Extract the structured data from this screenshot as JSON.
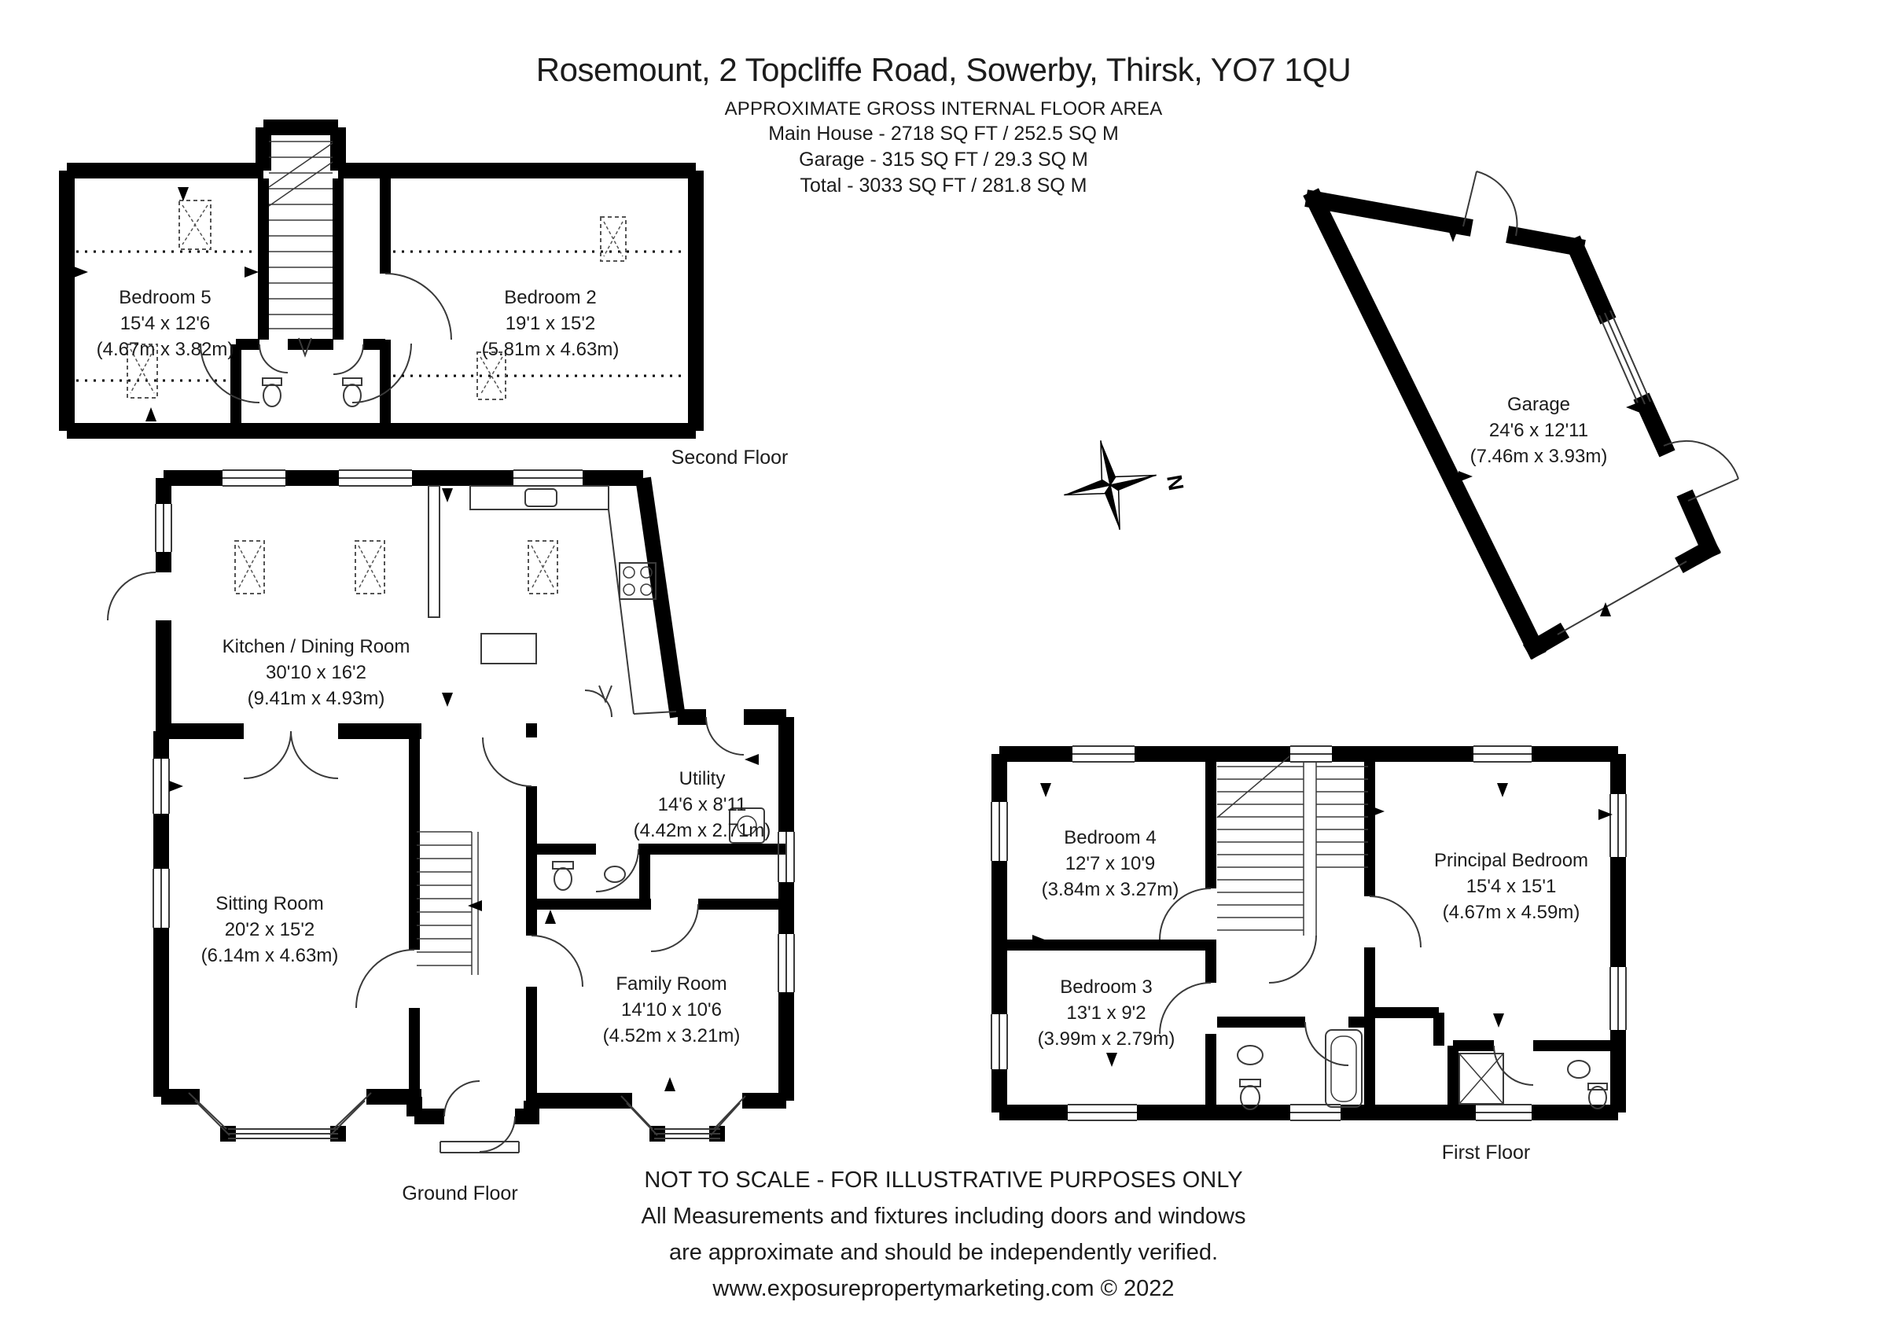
{
  "header": {
    "title": "Rosemount, 2 Topcliffe Road, Sowerby, Thirsk, YO7 1QU",
    "subtitle": "APPROXIMATE GROSS INTERNAL FLOOR AREA",
    "area_main_house": "Main House - 2718 SQ FT / 252.5 SQ M",
    "area_garage": "Garage - 315 SQ FT / 29.3 SQ M",
    "area_total": "Total - 3033 SQ FT / 281.8 SQ M"
  },
  "floors": {
    "second": {
      "label": "Second Floor",
      "rooms": {
        "bedroom5": {
          "name": "Bedroom 5",
          "imperial": "15'4 x 12'6",
          "metric": "(4.67m x 3.82m)"
        },
        "bedroom2": {
          "name": "Bedroom 2",
          "imperial": "19'1 x 15'2",
          "metric": "(5.81m x 4.63m)"
        }
      }
    },
    "ground": {
      "label": "Ground Floor",
      "rooms": {
        "kitchen": {
          "name": "Kitchen / Dining Room",
          "imperial": "30'10 x 16'2",
          "metric": "(9.41m x 4.93m)"
        },
        "sitting": {
          "name": "Sitting Room",
          "imperial": "20'2 x 15'2",
          "metric": "(6.14m x 4.63m)"
        },
        "utility": {
          "name": "Utility",
          "imperial": "14'6 x 8'11",
          "metric": "(4.42m x 2.71m)"
        },
        "family": {
          "name": "Family Room",
          "imperial": "14'10 x 10'6",
          "metric": "(4.52m x 3.21m)"
        }
      }
    },
    "first": {
      "label": "First Floor",
      "rooms": {
        "bedroom4": {
          "name": "Bedroom 4",
          "imperial": "12'7 x 10'9",
          "metric": "(3.84m x 3.27m)"
        },
        "principal": {
          "name": "Principal Bedroom",
          "imperial": "15'4 x 15'1",
          "metric": "(4.67m x 4.59m)"
        },
        "bedroom3": {
          "name": "Bedroom 3",
          "imperial": "13'1 x 9'2",
          "metric": "(3.99m x 2.79m)"
        }
      }
    },
    "garage": {
      "rooms": {
        "garage": {
          "name": "Garage",
          "imperial": "24'6 x 12'11",
          "metric": "(7.46m x 3.93m)"
        }
      }
    }
  },
  "compass": {
    "label": "N"
  },
  "footer": {
    "line1": "NOT TO SCALE - FOR ILLUSTRATIVE PURPOSES ONLY",
    "line2": "All Measurements and fixtures including doors and windows",
    "line3": "are approximate and should be independently verified.",
    "line4": "www.exposurepropertymarketing.com © 2022"
  },
  "colors": {
    "wall": "#000000",
    "background": "#ffffff",
    "fixture_line": "#3a3a3a"
  }
}
